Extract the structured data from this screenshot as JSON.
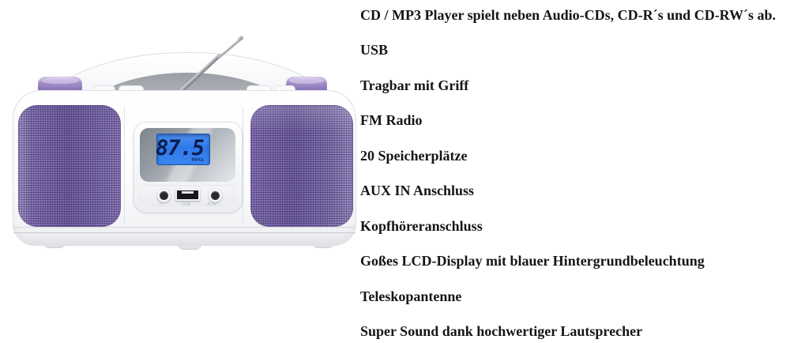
{
  "boombox": {
    "display": {
      "frequency": "87.5",
      "unit": "MHz"
    },
    "ports": {
      "headphone_label": "∩",
      "usb_label": "USB",
      "aux_label": "AUX"
    },
    "colors": {
      "speaker_purple": "#7a67aa",
      "knob_purple": "#8a73b8",
      "lcd_blue": "#2e79e8",
      "lcd_digits": "#0c1c50",
      "body_white": "#fdfdfe"
    }
  },
  "features": [
    "CD / MP3 Player spielt neben Audio-CDs, CD-R´s und CD-RW´s ab.",
    "USB",
    "Tragbar mit Griff",
    "FM Radio",
    "20 Speicherplätze",
    "AUX IN Anschluss",
    "Kopfhöreranschluss",
    "Goßes LCD-Display mit blauer Hintergrundbeleuchtung",
    "Teleskopantenne",
    "Super Sound dank hochwertiger Lautsprecher"
  ]
}
